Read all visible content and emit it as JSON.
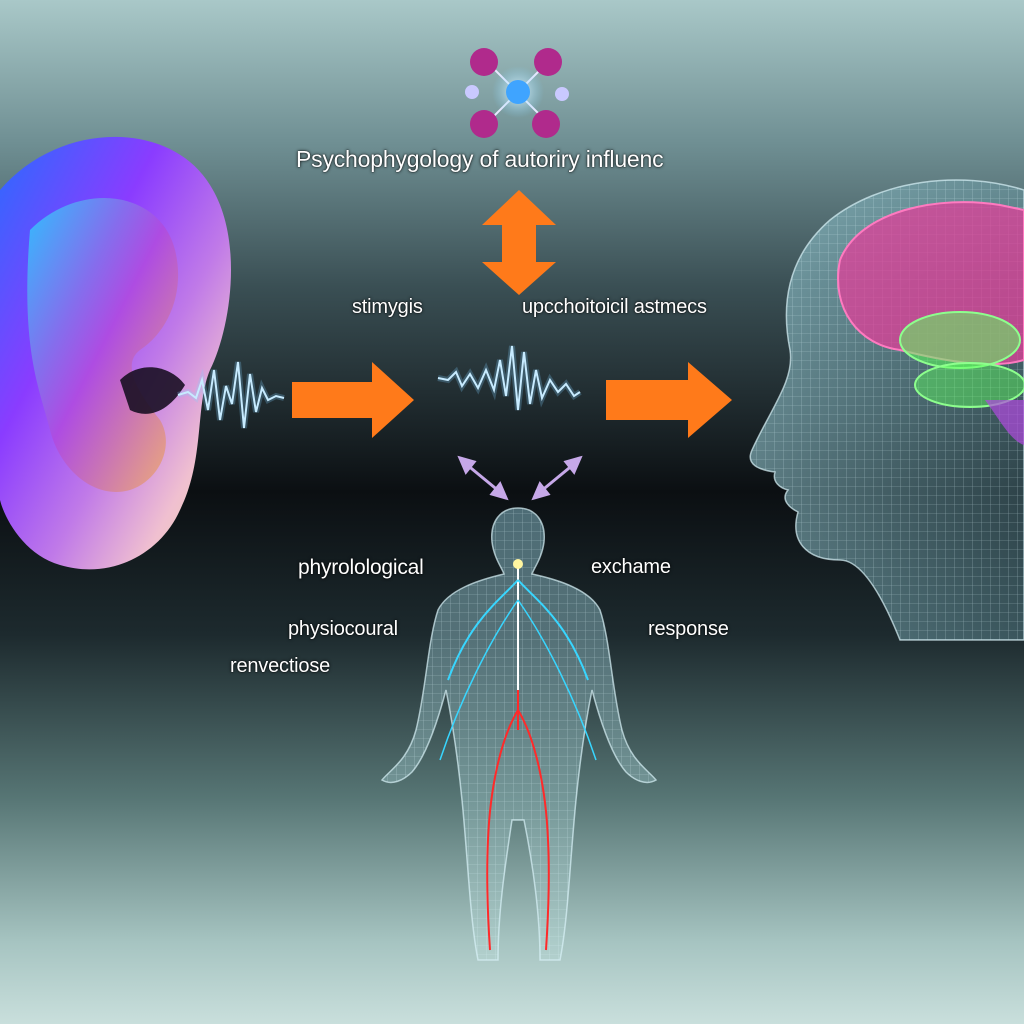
{
  "title": "Psychophygology of autoriry influenc",
  "labels": {
    "stimulus": "stimygis",
    "psych": "upcchoitoicil astmecs",
    "phyro": "phyrolological",
    "exchange": "exchame",
    "physio": "physiocoural",
    "response": "response",
    "renv": "renvectiose"
  },
  "colors": {
    "arrow": "#ff7a1a",
    "wave": "#dff4ff",
    "brain": "#e0409a",
    "limbic": "#5dff5d",
    "nerve_blue": "#38d6ff",
    "nerve_red": "#ff2a2a"
  }
}
